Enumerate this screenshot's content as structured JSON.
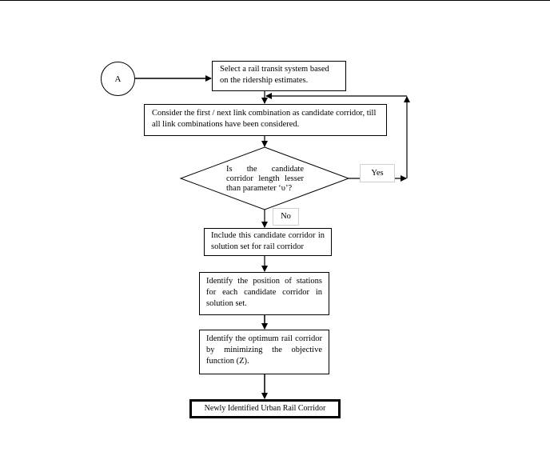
{
  "diagram": {
    "type": "flowchart",
    "connector_node": {
      "label": "A"
    },
    "steps": [
      {
        "id": "select-system",
        "text": "Select a rail transit system based on the ridership estimates."
      },
      {
        "id": "consider-link",
        "text": "Consider the first / next link combination as candidate corridor, till all link combinations have been considered."
      },
      {
        "id": "decision",
        "text": "Is the candidate corridor length lesser than parameter ‘υ’?"
      },
      {
        "id": "include-corridor",
        "text": "Include this candidate corridor in solution set for rail corridor"
      },
      {
        "id": "identify-stations",
        "text": "Identify the position of stations for each candidate corridor in solution set."
      },
      {
        "id": "identify-optimum",
        "text": "Identify the optimum rail corridor by minimizing the objective function (Z)."
      },
      {
        "id": "result",
        "text": "Newly Identified Urban Rail Corridor"
      }
    ],
    "branch_labels": {
      "yes": "Yes",
      "no": "No"
    },
    "edges": [
      {
        "from": "A",
        "to": "select-system"
      },
      {
        "from": "select-system",
        "to": "consider-link"
      },
      {
        "from": "consider-link",
        "to": "decision"
      },
      {
        "from": "decision",
        "to": "consider-link",
        "label": "Yes"
      },
      {
        "from": "decision",
        "to": "include-corridor",
        "label": "No"
      },
      {
        "from": "include-corridor",
        "to": "identify-stations"
      },
      {
        "from": "identify-stations",
        "to": "identify-optimum"
      },
      {
        "from": "identify-optimum",
        "to": "result"
      }
    ]
  }
}
